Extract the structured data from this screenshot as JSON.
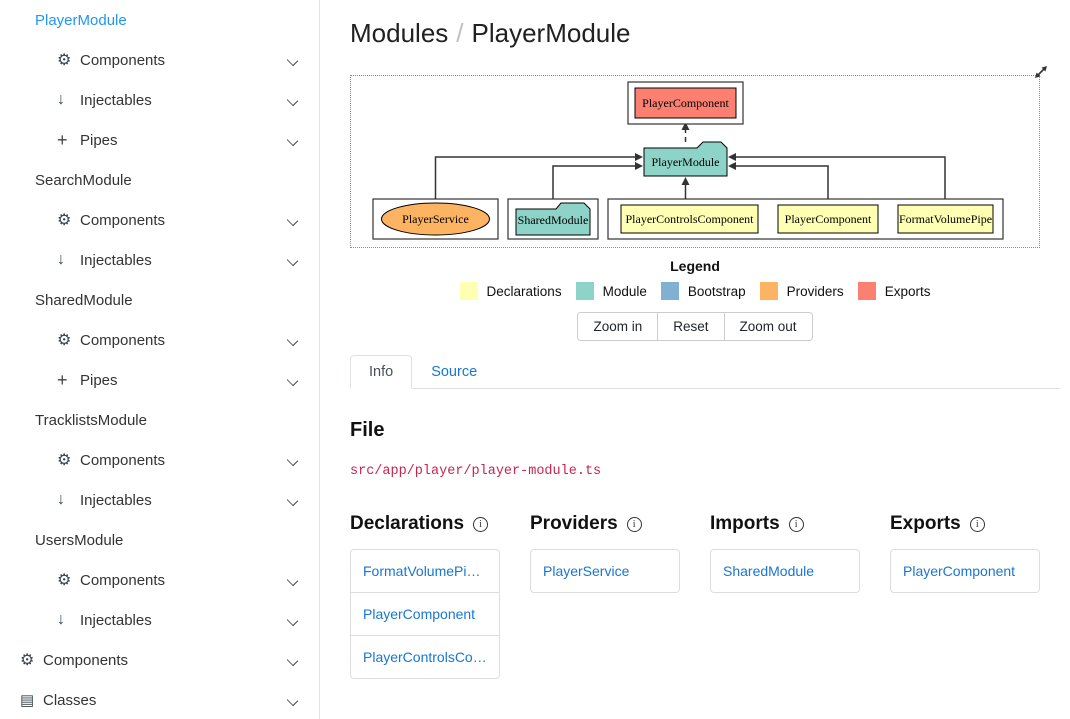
{
  "sidebar": {
    "groups": [
      {
        "label": "PlayerModule",
        "active": true,
        "children": [
          {
            "icon": "gear",
            "label": "Components"
          },
          {
            "icon": "arrow-down",
            "label": "Injectables"
          },
          {
            "icon": "plus",
            "label": "Pipes"
          }
        ]
      },
      {
        "label": "SearchModule",
        "active": false,
        "children": [
          {
            "icon": "gear",
            "label": "Components"
          },
          {
            "icon": "arrow-down",
            "label": "Injectables"
          }
        ]
      },
      {
        "label": "SharedModule",
        "active": false,
        "children": [
          {
            "icon": "gear",
            "label": "Components"
          },
          {
            "icon": "plus",
            "label": "Pipes"
          }
        ]
      },
      {
        "label": "TracklistsModule",
        "active": false,
        "children": [
          {
            "icon": "gear",
            "label": "Components"
          },
          {
            "icon": "arrow-down",
            "label": "Injectables"
          }
        ]
      },
      {
        "label": "UsersModule",
        "active": false,
        "children": [
          {
            "icon": "gear",
            "label": "Components"
          },
          {
            "icon": "arrow-down",
            "label": "Injectables"
          }
        ]
      }
    ],
    "root_items": [
      {
        "icon": "gear",
        "label": "Components"
      },
      {
        "icon": "classes",
        "label": "Classes"
      }
    ],
    "icon_glyphs": {
      "gear": "⚙",
      "arrow-down": "↓",
      "plus": "+",
      "classes": "▤"
    }
  },
  "breadcrumb": {
    "section": "Modules",
    "separator": "/",
    "page": "PlayerModule"
  },
  "diagram": {
    "nodes": {
      "top_component": "PlayerComponent",
      "module": "PlayerModule",
      "service": "PlayerService",
      "shared_module": "SharedModule",
      "controls_component": "PlayerControlsComponent",
      "player_component": "PlayerComponent",
      "format_pipe": "FormatVolumePipe"
    },
    "node_colors": {
      "exports": "#fb8072",
      "module": "#8dd3c7",
      "providers": "#fdb462",
      "declarations": "#ffffb3"
    },
    "legend": {
      "title": "Legend",
      "items": [
        {
          "label": "Declarations",
          "color": "#ffffb3"
        },
        {
          "label": "Module",
          "color": "#8dd3c7"
        },
        {
          "label": "Bootstrap",
          "color": "#80b1d3"
        },
        {
          "label": "Providers",
          "color": "#fdb462"
        },
        {
          "label": "Exports",
          "color": "#fb8072"
        }
      ]
    },
    "controls": [
      "Zoom in",
      "Reset",
      "Zoom out"
    ]
  },
  "tabs": [
    {
      "label": "Info",
      "active": true
    },
    {
      "label": "Source",
      "active": false
    }
  ],
  "file": {
    "heading": "File",
    "path": "src/app/player/player-module.ts"
  },
  "sections": [
    {
      "title": "Declarations",
      "items": [
        "FormatVolumePi…",
        "PlayerComponent",
        "PlayerControlsCo…"
      ]
    },
    {
      "title": "Providers",
      "items": [
        "PlayerService"
      ]
    },
    {
      "title": "Imports",
      "items": [
        "SharedModule"
      ]
    },
    {
      "title": "Exports",
      "items": [
        "PlayerComponent"
      ]
    }
  ],
  "colors": {
    "sidebar_active": "#2196f3",
    "link": "#1976d2",
    "code": "#c7254e"
  }
}
